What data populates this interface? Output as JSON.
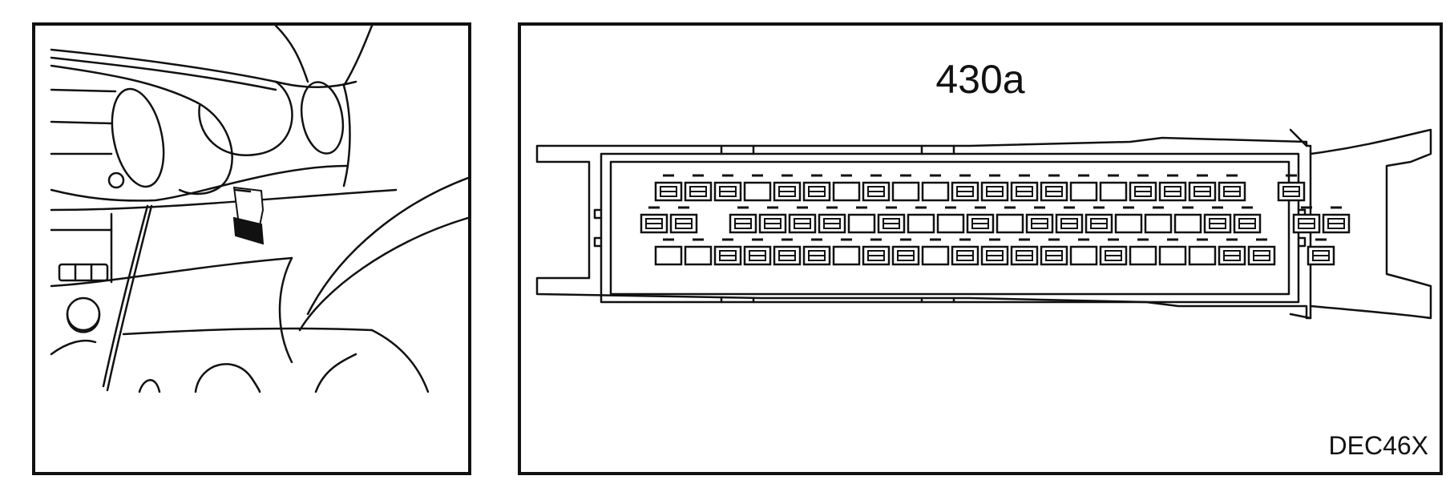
{
  "connector": {
    "label": "430a",
    "figure_code": "DEC46X"
  },
  "pins": {
    "row_1": [
      "pair",
      "pair",
      "pair",
      "single",
      "pair",
      "pair",
      "single",
      "pair",
      "single",
      "single",
      "pair",
      "pair",
      "pair",
      "pair",
      "single",
      "single",
      "pair",
      "pair",
      "pair",
      "pair",
      "gap",
      "pair"
    ],
    "row_2": [
      "pair",
      "pair",
      "gap",
      "pair",
      "pair",
      "pair",
      "pair",
      "single",
      "pair",
      "single",
      "single",
      "pair",
      "single",
      "pair",
      "pair",
      "pair",
      "single",
      "single",
      "single",
      "pair",
      "pair",
      "gap",
      "pair",
      "pair"
    ],
    "row_3": [
      "single",
      "single",
      "pair",
      "pair",
      "pair",
      "pair",
      "single",
      "pair",
      "pair",
      "single",
      "pair",
      "pair",
      "pair",
      "pair",
      "single",
      "pair",
      "single",
      "single",
      "single",
      "pair",
      "pair",
      "gap",
      "pair"
    ]
  },
  "colors": {
    "line": "#111111",
    "background": "#ffffff",
    "harness_fill": "#111111"
  }
}
